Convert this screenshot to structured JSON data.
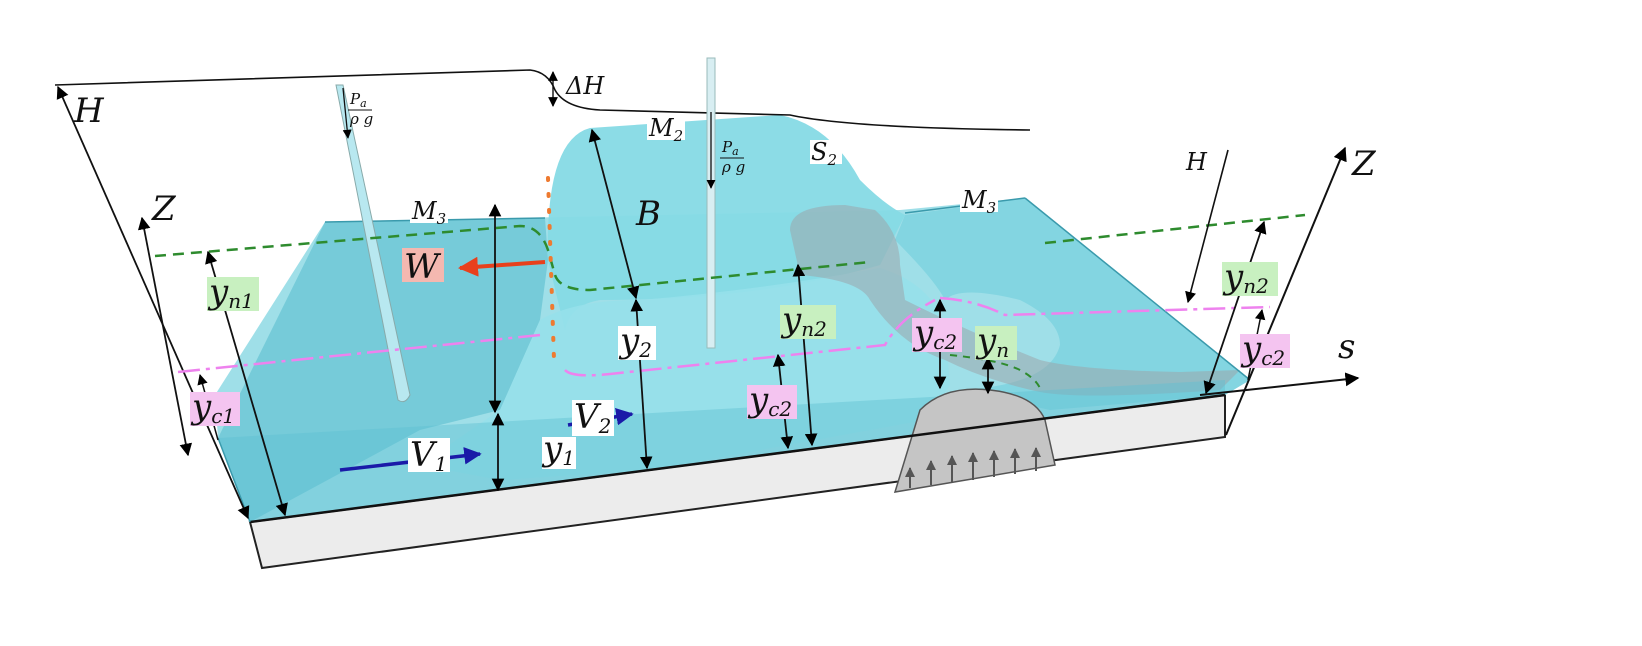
{
  "diagram": {
    "labels": {
      "H_left": "H",
      "H_right": "H",
      "delta_H": "ΔH",
      "Z_left": "Z",
      "Z_right": "Z",
      "s_axis": "s",
      "M2": "M",
      "M2_sub": "2",
      "M3_left": "M",
      "M3_left_sub": "3",
      "M3_right": "M",
      "M3_right_sub": "3",
      "S2": "S",
      "S2_sub": "2",
      "B": "B",
      "W": "W",
      "V1": "V",
      "V1_sub": "1",
      "V2": "V",
      "V2_sub": "2",
      "y1": "y",
      "y1_sub": "1",
      "y2": "y",
      "y2_sub": "2",
      "yn": "y",
      "yn_sub": "n",
      "yn1": "y",
      "yn1_sub": "n1",
      "yn2_mid": "y",
      "yn2_mid_sub": "n2",
      "yn2_right": "y",
      "yn2_right_sub": "n2",
      "yc1": "y",
      "yc1_sub": "c1",
      "yc2_mid": "y",
      "yc2_mid_sub": "c2",
      "yc2_weir": "y",
      "yc2_weir_sub": "c2",
      "yc2_right": "y",
      "yc2_right_sub": "c2",
      "pa_left_num": "P",
      "pa_left_num_sub": "a",
      "pa_left_den": "ρ g",
      "pa_mid_num": "P",
      "pa_mid_num_sub": "a",
      "pa_mid_den": "ρ g"
    },
    "colors": {
      "water": "#7fd4e0",
      "water_top": "#8edde8",
      "water_dark": "#5fb8c8",
      "channel_side": "#efefef",
      "hump": "#c8c8c8",
      "normal_depth_line": "#2e8b2e",
      "critical_depth_line": "#ee82ee",
      "force_arrow": "#e8401c",
      "velocity_arrow": "#1a1aa8",
      "label_green": "#c8f0c0",
      "label_pink": "#f4c4f0",
      "label_salmon": "#f4b8b0"
    }
  }
}
